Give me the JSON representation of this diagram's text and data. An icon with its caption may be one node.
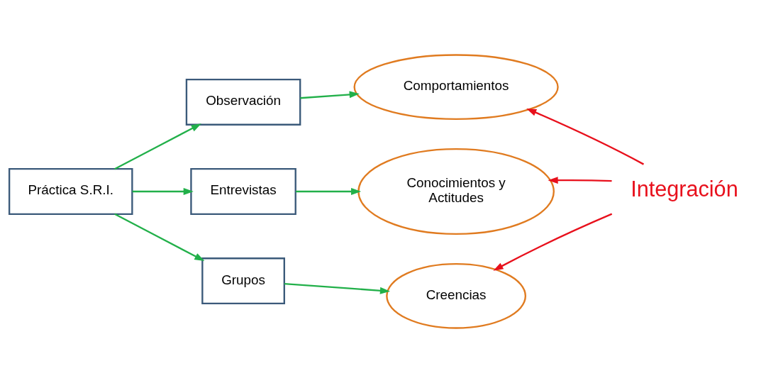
{
  "diagram": {
    "nodes": [
      {
        "text": [
          "Práctica S.R.I."
        ]
      },
      {
        "text": [
          "Observación"
        ]
      },
      {
        "text": [
          "Entrevistas"
        ]
      },
      {
        "text": [
          "Grupos"
        ]
      },
      {
        "text": [
          "Comportamientos"
        ]
      },
      {
        "text": [
          "Conocimientos y Actitudes"
        ]
      },
      {
        "text": [
          "Creencias"
        ]
      },
      {
        "text": [
          "Integración"
        ]
      }
    ],
    "edges": [
      {
        "from": 0,
        "to": 1,
        "arrow": "to"
      },
      {
        "from": 0,
        "to": 2,
        "arrow": "to"
      },
      {
        "from": 0,
        "to": 3,
        "arrow": "to"
      },
      {
        "from": 1,
        "to": 4,
        "arrow": "to"
      },
      {
        "from": 2,
        "to": 5,
        "arrow": "to"
      },
      {
        "from": 3,
        "to": 6,
        "arrow": "to"
      },
      {
        "from": 7,
        "to": 4,
        "arrow": "to",
        "color": "#e8101c"
      },
      {
        "from": 7,
        "to": 5,
        "arrow": "to",
        "color": "#e8101c"
      },
      {
        "from": 7,
        "to": 6,
        "arrow": "to",
        "color": "#e8101c"
      }
    ]
  }
}
